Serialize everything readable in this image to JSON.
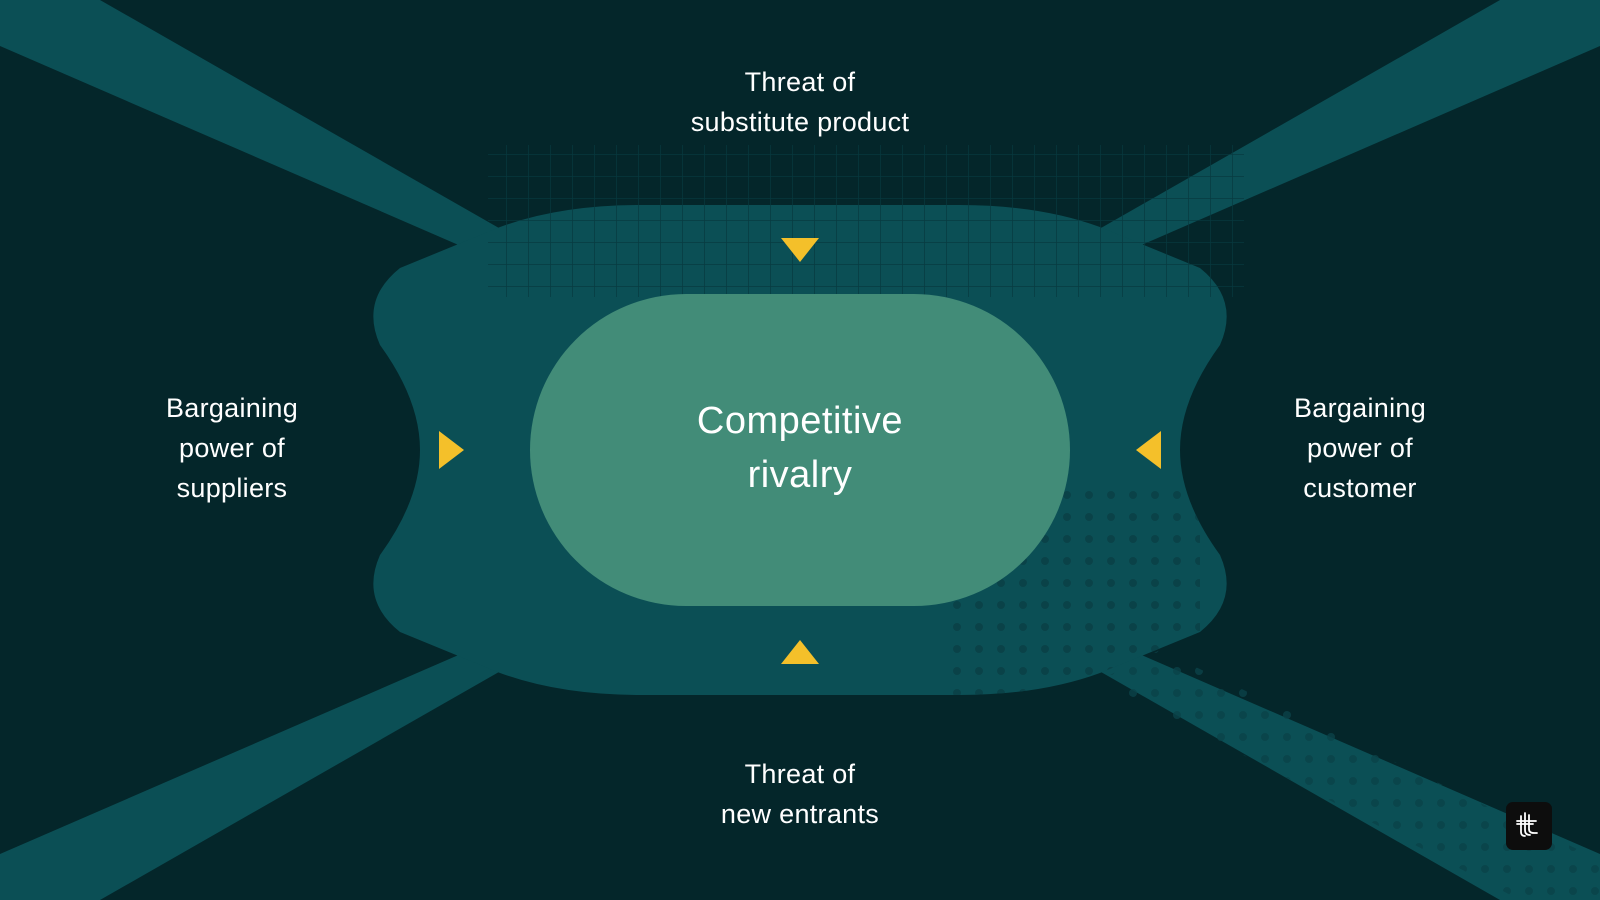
{
  "diagram": {
    "center": {
      "line1": "Competitive",
      "line2": "rivalry"
    },
    "top": {
      "line1": "Threat of",
      "line2": "substitute product"
    },
    "bottom": {
      "line1": "Threat of",
      "line2": "new entrants"
    },
    "left": {
      "line1": "Bargaining",
      "line2": "power of",
      "line3": "suppliers"
    },
    "right": {
      "line1": "Bargaining",
      "line2": "power of",
      "line3": "customer"
    }
  },
  "colors": {
    "background": "#04262a",
    "band": "#0b4f55",
    "center_pill": "#428c78",
    "arrow": "#f4c02a",
    "logo_bg": "#0d0d0d"
  },
  "icons": {
    "arrows": "triangle-arrow-icon",
    "logo": "brand-logo-icon"
  }
}
